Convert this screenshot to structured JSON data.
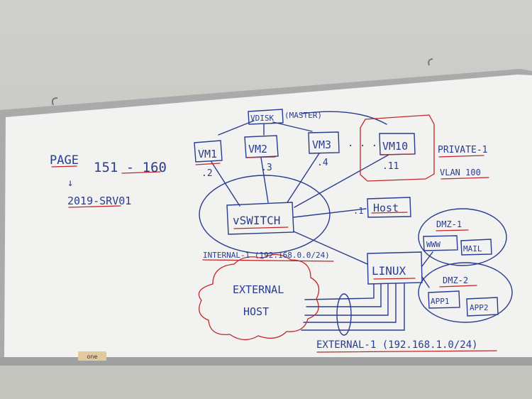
{
  "board": {
    "page_label": "PAGE",
    "page_range": "151 - 160",
    "arrow": "↓",
    "server": "2019-SRV01",
    "vdisk": "VDISK",
    "vdisk_note": "(MASTER)",
    "vm1": "VM1",
    "vm2": "VM2",
    "vm3": "VM3",
    "dots": ". . .",
    "vm10": "VM10",
    "ip_vm1": ".2",
    "ip_vm2": ".3",
    "ip_vm3": ".4",
    "ip_vm10": ".11",
    "private": "PRIVATE-1",
    "vlan": "VLAN 100",
    "host": "Host",
    "ip_host": ".1",
    "vswitch": "vSWITCH",
    "internal": "INTERNAL-1 (192.168.0.0/24)",
    "dmz1": "DMZ-1",
    "www": "WWW",
    "mail": "MAIL",
    "linux": "LINUX",
    "dmz2": "DMZ-2",
    "app1": "APP1",
    "app2": "APP2",
    "external_host_1": "EXTERNAL",
    "external_host_2": "HOST",
    "external": "EXTERNAL-1 (192.168.1.0/24)",
    "eraser": "one"
  },
  "colors": {
    "blue_ink": "#2a3c8f",
    "red_ink": "#c2262a"
  }
}
